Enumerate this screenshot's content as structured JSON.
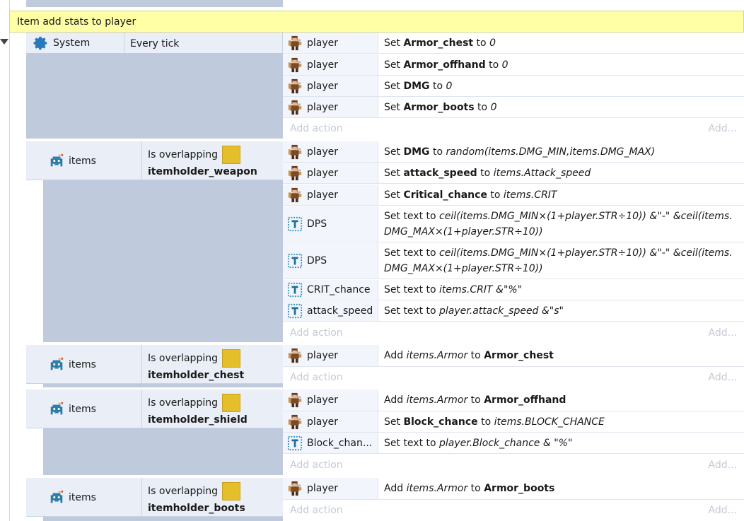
{
  "comment": "Item add stats to player",
  "add_action_label": "Add action",
  "add_more_label": "Add...",
  "events": [
    {
      "condition": {
        "object": "System",
        "icon": "gear-icon",
        "text": "Every tick"
      },
      "actions": [
        {
          "object": "player",
          "icon": "player-sprite-icon",
          "pre": "Set ",
          "b1": "Armor_chest",
          "mid": " to ",
          "i1": "0"
        },
        {
          "object": "player",
          "icon": "player-sprite-icon",
          "pre": "Set ",
          "b1": "Armor_offhand",
          "mid": " to ",
          "i1": "0"
        },
        {
          "object": "player",
          "icon": "player-sprite-icon",
          "pre": "Set ",
          "b1": "DMG",
          "mid": " to ",
          "i1": "0"
        },
        {
          "object": "player",
          "icon": "player-sprite-icon",
          "pre": "Set ",
          "b1": "Armor_boots",
          "mid": " to ",
          "i1": "0"
        }
      ]
    },
    {
      "condition": {
        "object": "items",
        "icon": "invader-icon",
        "text": "Is overlapping",
        "target": "itemholder_weapon"
      },
      "actions": [
        {
          "object": "player",
          "icon": "player-sprite-icon",
          "pre": "Set ",
          "b1": "DMG",
          "mid": " to ",
          "i1": "random(items.DMG_MIN,items.DMG_MAX)"
        },
        {
          "object": "player",
          "icon": "player-sprite-icon",
          "pre": "Set ",
          "b1": "attack_speed",
          "mid": " to ",
          "i1": "items.Attack_speed"
        },
        {
          "object": "player",
          "icon": "player-sprite-icon",
          "pre": "Set ",
          "b1": "Critical_chance",
          "mid": " to ",
          "i1": "items.CRIT"
        },
        {
          "object": "DPS",
          "icon": "text-object-icon",
          "line1_pre": "Set text to ",
          "line1_i": "ceil(items.DMG_MIN×(1+player.STR÷10)) &\"-\" &ceil(items.",
          "line2_i": "DMG_MAX×(1+player.STR÷10))"
        },
        {
          "object": "DPS",
          "icon": "text-object-icon",
          "line1_pre": "Set text to ",
          "line1_i": "ceil(items.DMG_MIN×(1+player.STR÷10)) &\"-\" &ceil(items.",
          "line2_i": "DMG_MAX×(1+player.STR÷10))"
        },
        {
          "object": "CRIT_chance",
          "icon": "text-object-icon",
          "pre": "Set text to ",
          "i1": "items.CRIT &\"%\""
        },
        {
          "object": "attack_speed",
          "icon": "text-object-icon",
          "pre": "Set text to ",
          "i1": "player.attack_speed &\"s\""
        }
      ]
    },
    {
      "condition": {
        "object": "items",
        "icon": "invader-icon",
        "text": "Is overlapping",
        "target": "itemholder_chest"
      },
      "actions": [
        {
          "object": "player",
          "icon": "player-sprite-icon",
          "pre": "Add ",
          "i1": "items.Armor",
          "mid": " to ",
          "b1": "Armor_chest"
        }
      ]
    },
    {
      "condition": {
        "object": "items",
        "icon": "invader-icon",
        "text": "Is overlapping",
        "target": "itemholder_shield"
      },
      "actions": [
        {
          "object": "player",
          "icon": "player-sprite-icon",
          "pre": "Add ",
          "i1": "items.Armor",
          "mid": " to ",
          "b1": "Armor_offhand"
        },
        {
          "object": "player",
          "icon": "player-sprite-icon",
          "pre": "Set ",
          "b1": "Block_chance",
          "mid": " to ",
          "i1": "items.BLOCK_CHANCE"
        },
        {
          "object": "Block_chan...",
          "icon": "text-object-icon",
          "pre": "Set text to ",
          "i1": "player.Block_chance & \"%\""
        }
      ]
    },
    {
      "condition": {
        "object": "items",
        "icon": "invader-icon",
        "text": "Is overlapping",
        "target": "itemholder_boots"
      },
      "actions": [
        {
          "object": "player",
          "icon": "player-sprite-icon",
          "pre": "Add ",
          "i1": "items.Armor",
          "mid": " to ",
          "b1": "Armor_boots"
        }
      ]
    }
  ]
}
